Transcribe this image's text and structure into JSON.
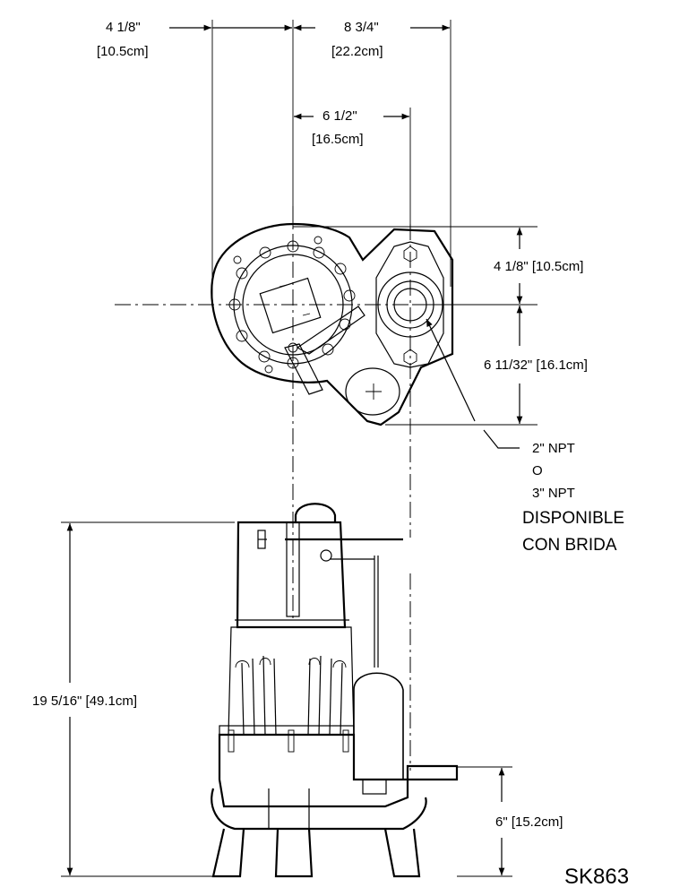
{
  "dimensions": {
    "top_left_width_in": "4 1/8\"",
    "top_left_width_cm": "[10.5cm]",
    "top_total_width_in": "8 3/4\"",
    "top_total_width_cm": "[22.2cm]",
    "discharge_offset_in": "6 1/2\"",
    "discharge_offset_cm": "[16.5cm]",
    "upper_height": "4 1/8\" [10.5cm]",
    "lower_height": "6 11/32\" [16.1cm]",
    "overall_height": "19 5/16\" [49.1cm]",
    "base_height": "6\" [15.2cm]"
  },
  "callout": {
    "line1": "2\" NPT",
    "line2": "O",
    "line3": "3\" NPT",
    "line4": "DISPONIBLE",
    "line5": "CON BRIDA"
  },
  "model_code": "SK863"
}
